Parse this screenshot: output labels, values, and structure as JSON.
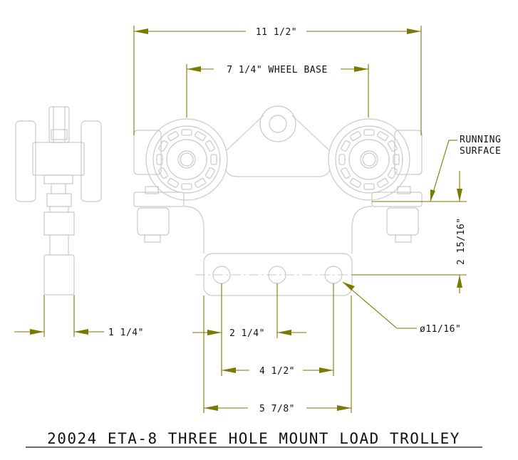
{
  "title": "20024 ETA-8 THREE HOLE MOUNT LOAD TROLLEY",
  "dimensions": {
    "overall_width": "11 1/2\"",
    "wheel_base": "7 1/4\" WHEEL BASE",
    "running_surface_1": "RUNNING",
    "running_surface_2": "SURFACE",
    "height_to_running_surface": "2 15/16\"",
    "hole_diameter": "ø11/16\"",
    "side_width": "1 1/4\"",
    "hole_spacing": "2 1/4\"",
    "outer_hole_spacing": "4 1/2\"",
    "plate_width": "5 7/8\""
  },
  "colors": {
    "dimension": "#7a7a00",
    "part": "#c9c9c9",
    "text": "#111111"
  }
}
